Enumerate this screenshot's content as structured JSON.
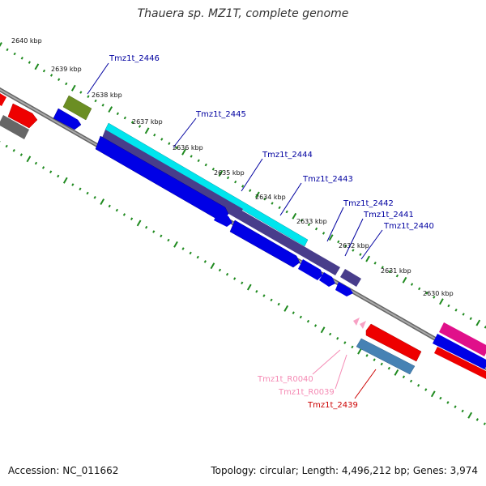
{
  "title": "Thauera sp. MZ1T, complete genome",
  "footer": {
    "accession": "Accession: NC_011662",
    "summary": "Topology: circular; Length: 4,496,212 bp; Genes: 3,974"
  },
  "kbp_ticks": [
    "2640 kbp",
    "2639 kbp",
    "2638 kbp",
    "2637 kbp",
    "2636 kbp",
    "2635 kbp",
    "2634 kbp",
    "2633 kbp",
    "2632 kbp",
    "2631 kbp",
    "2630 kbp"
  ],
  "gene_labels": [
    {
      "text": "Tmz1t_2446",
      "color": "#0000a0"
    },
    {
      "text": "Tmz1t_2445",
      "color": "#0000a0"
    },
    {
      "text": "Tmz1t_2444",
      "color": "#0000a0"
    },
    {
      "text": "Tmz1t_2443",
      "color": "#0000a0"
    },
    {
      "text": "Tmz1t_2442",
      "color": "#0000a0"
    },
    {
      "text": "Tmz1t_2441",
      "color": "#0000a0"
    },
    {
      "text": "Tmz1t_2440",
      "color": "#0000a0"
    },
    {
      "text": "Tmz1t_R0040",
      "color": "#f58ab4"
    },
    {
      "text": "Tmz1t_R0039",
      "color": "#f58ab4"
    },
    {
      "text": "Tmz1t_2439",
      "color": "#cc0000"
    }
  ],
  "colors": {
    "cds": "#0000e6",
    "cds_dark": "#483d8b",
    "cyan": "#00e5ee",
    "olive": "#6b8e23",
    "red": "#ee0000",
    "gray": "#808080",
    "steelblue": "#4682b4",
    "magenta": "#e0108a",
    "pink": "#f7a1c4",
    "tick_green": "#1f8a1f",
    "backbone": "#777777"
  }
}
